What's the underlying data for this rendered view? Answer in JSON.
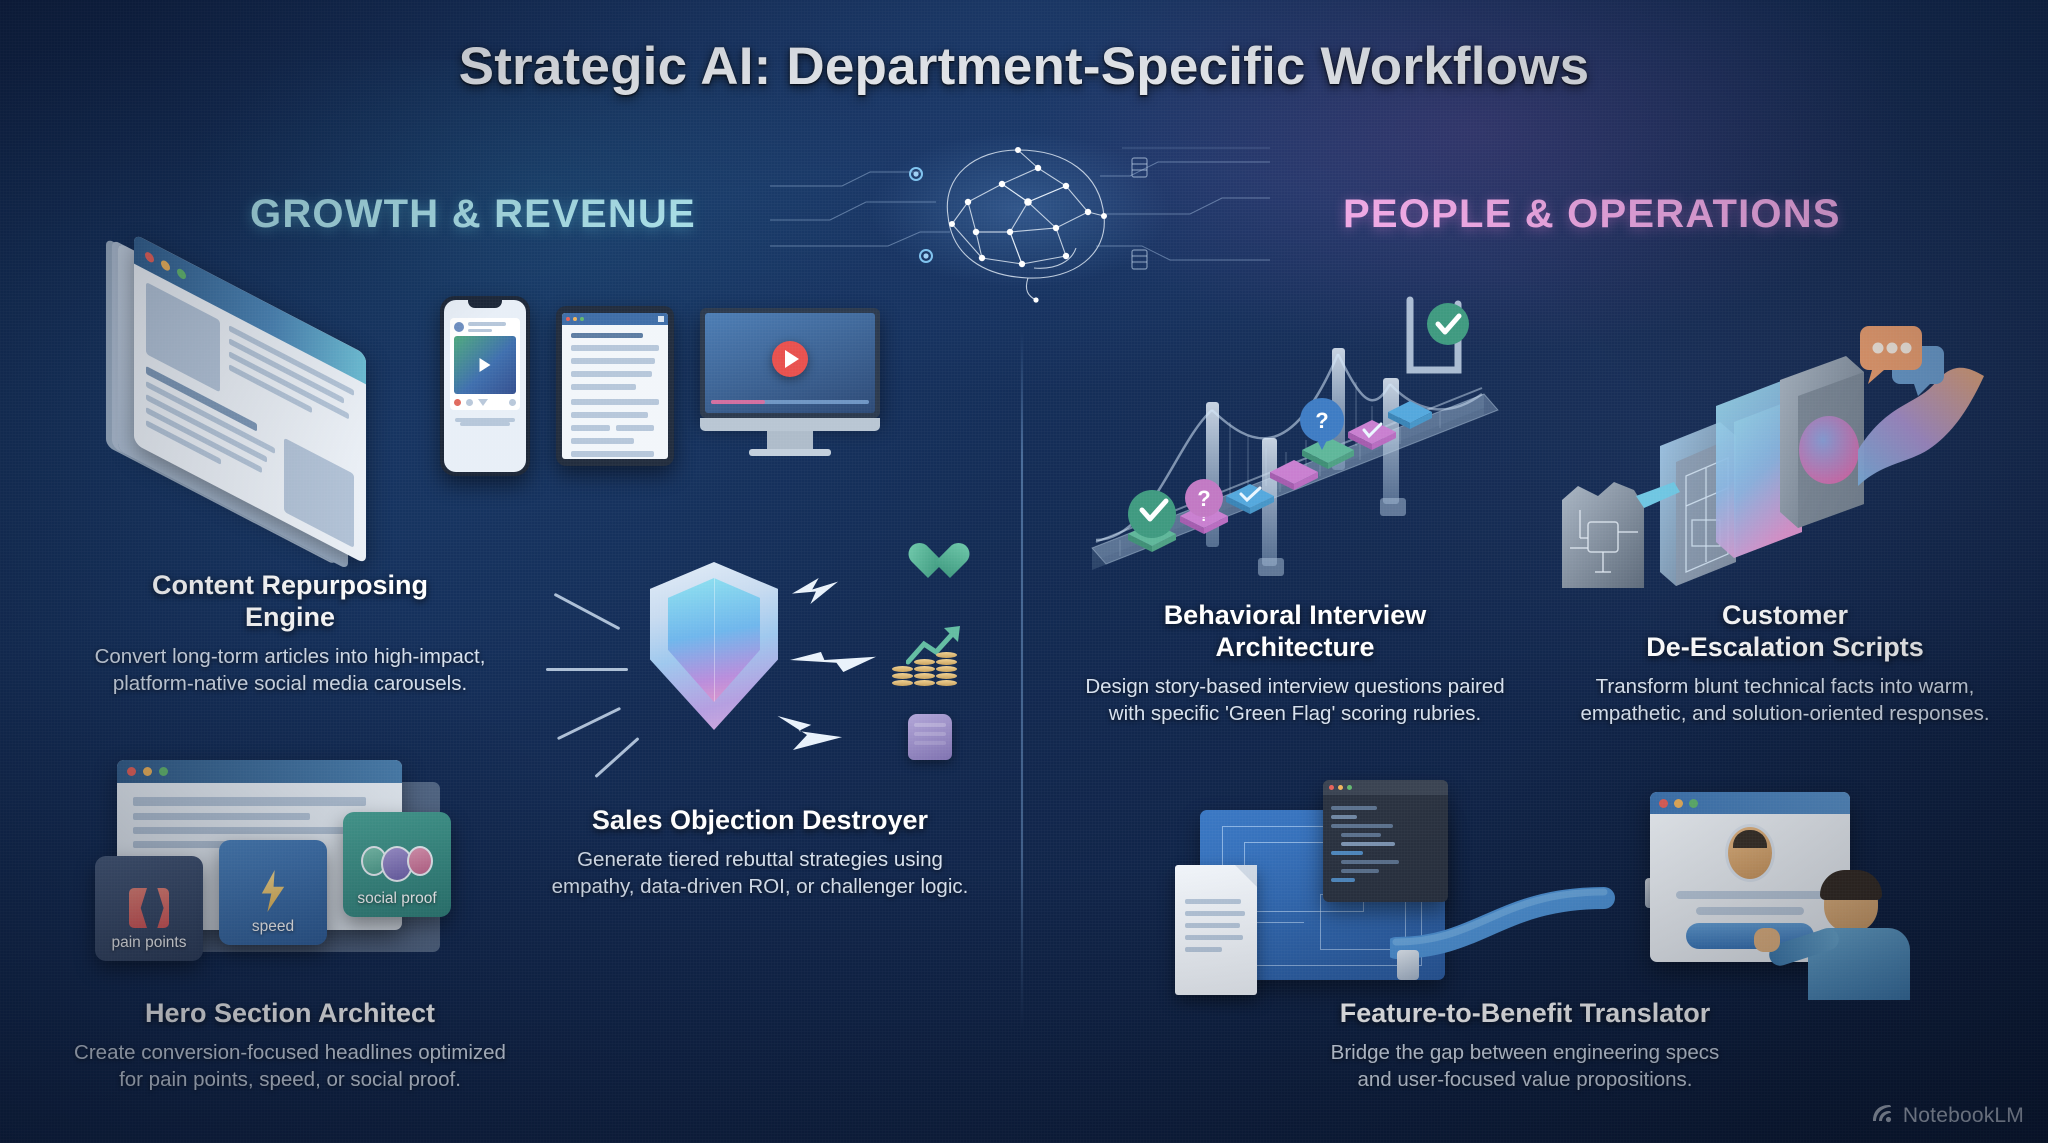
{
  "title": "Strategic AI: Department-Specific Workflows",
  "sections": [
    {
      "id": "growth",
      "label": "GROWTH & REVENUE",
      "color": "#a6dbe4"
    },
    {
      "id": "people",
      "label": "PEOPLE & OPERATIONS",
      "color": "#efa8e4"
    }
  ],
  "cards": [
    {
      "id": "content-repurposing-engine",
      "title": "Content Repurposing\nEngine",
      "title_lines": [
        "Content Repurposing",
        "Engine"
      ],
      "desc": "Convert long-torm articles into high-impact, platform-native social media carousels.",
      "desc_lines": [
        "Convert long-torm articles into high-impact,",
        "platform-native social media carousels."
      ],
      "section": "growth",
      "illustration": "isometric-browser-article-with-phone-tablet-monitor"
    },
    {
      "id": "sales-objection-destroyer",
      "title": "Sales Objection Destroyer",
      "title_lines": [
        "Sales Objection Destroyer"
      ],
      "desc": "Generate tiered rebuttal strategies using empathy, data-driven ROI, or challenger logic.",
      "desc_lines": [
        "Generate tiered rebuttal strategies using",
        "empathy, data-driven ROI, or challenger logic."
      ],
      "section": "growth",
      "illustration": "gradient-shield-with-lightning-heart-coins-fist"
    },
    {
      "id": "hero-section-architect",
      "title": "Hero Section Architect",
      "title_lines": [
        "Hero Section Architect"
      ],
      "desc": "Create conversion-focused headlines optimized for pain points, speed, or social proof.",
      "desc_lines": [
        "Create conversion-focused headlines optimized",
        "for pain points, speed, or social proof."
      ],
      "section": "growth",
      "illustration": "browser-window-with-three-option-cards"
    },
    {
      "id": "behavioral-interview-architecture",
      "title": "Behavioral Interview\nArchitecture",
      "title_lines": [
        "Behavioral Interview",
        "Architecture"
      ],
      "desc": "Design story-based interview questions paired with specific 'Green Flag' scoring rubries.",
      "desc_lines": [
        "Design story-based interview questions paired",
        "with specific 'Green Flag' scoring rubries."
      ],
      "section": "people",
      "illustration": "suspension-bridge-with-question-and-check-markers"
    },
    {
      "id": "customer-de-escalation-scripts",
      "title": "Customer\nDe-Escalation Scripts",
      "title_lines": [
        "Customer",
        "De-Escalation Scripts"
      ],
      "desc": "Transform blunt technical facts into warm, empathetic, and solution-oriented responses.",
      "desc_lines": [
        "Transform blunt technical facts into warm,",
        "empathetic, and solution-oriented responses."
      ],
      "section": "people",
      "illustration": "technical-rock-through-filter-plates-to-chat-bubbles"
    },
    {
      "id": "feature-to-benefit-translator",
      "title": "Feature-to-Benefit Translator",
      "title_lines": [
        "Feature-to-Benefit Translator"
      ],
      "desc": "Bridge the gap between engineering specs and user-focused value propositions.",
      "desc_lines": [
        "Bridge the gap between engineering specs",
        "and user-focused value propositions."
      ],
      "section": "people",
      "illustration": "blueprint-and-code-piped-to-user-interface"
    }
  ],
  "hero_tags": [
    {
      "id": "pain-points",
      "label": "pain points",
      "icon": "broken-heart-icon",
      "color": "#e05a5a"
    },
    {
      "id": "speed",
      "label": "speed",
      "icon": "lightning-bolt-icon",
      "color": "#e8b54e"
    },
    {
      "id": "social-proof",
      "label": "social proof",
      "icon": "people-group-icon",
      "color": "#2e7e77"
    }
  ],
  "objection_icons": [
    {
      "id": "empathy",
      "icon": "heart-icon",
      "color": "#4e9f8e"
    },
    {
      "id": "roi",
      "icon": "coins-growth-chart-icon",
      "color": "#d8b368"
    },
    {
      "id": "challenger",
      "icon": "raised-fist-icon",
      "color": "#7f72b0"
    }
  ],
  "bridge_markers": [
    {
      "id": "green-flag-1",
      "icon": "check-pin-icon",
      "color": "#3f9a80"
    },
    {
      "id": "question-1",
      "icon": "question-pin-icon",
      "color": "#c279c4"
    },
    {
      "id": "check-pad-1",
      "icon": "check-pad-icon",
      "color": "#4a9fd4"
    },
    {
      "id": "question-2",
      "icon": "question-pin-icon",
      "color": "#4a7fc2"
    },
    {
      "id": "check-pad-2",
      "icon": "check-pad-icon",
      "color": "#c279c4"
    },
    {
      "id": "goal-check",
      "icon": "check-circle-icon",
      "color": "#3f9a80"
    }
  ],
  "hero_window": {
    "traffic_lights": [
      "#e8625a",
      "#f0b45c",
      "#63b86f"
    ]
  },
  "brain": {
    "icon": "ai-neural-network-brain-icon",
    "node_count": 28
  },
  "divider": {
    "color": "#8cb9eb"
  },
  "watermark": {
    "text": "NotebookLM",
    "icon": "notebooklm-spiral-icon"
  },
  "theme": {
    "bg_deep": "#0b1a36",
    "bg_mid": "#15305c",
    "bg_light": "#1e3f73",
    "title_color": "#f4f7fb",
    "card_title_color": "#ffffff",
    "card_desc_color": "#d7e1ee"
  }
}
